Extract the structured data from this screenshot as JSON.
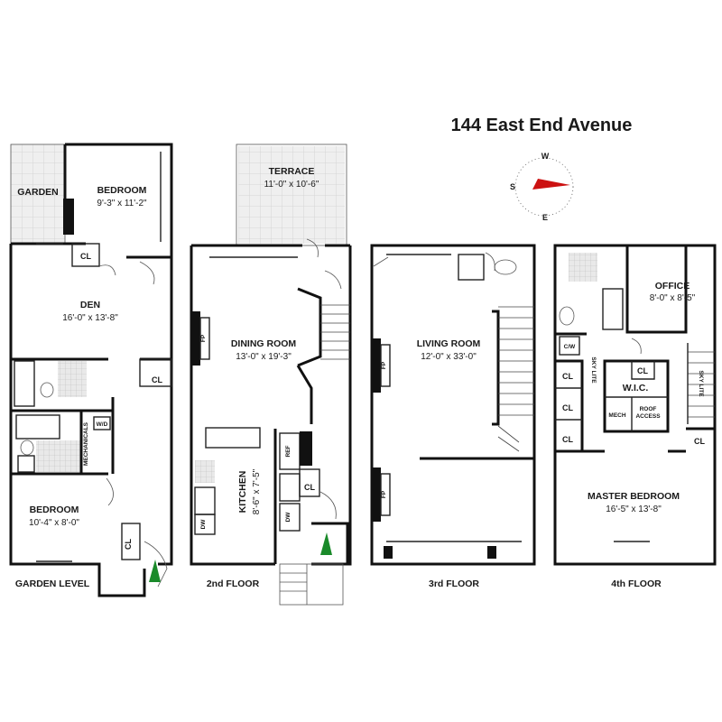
{
  "title": "144 East End Avenue",
  "compass": {
    "w": "W",
    "s": "S",
    "e": "E",
    "color": "#cc1111"
  },
  "floors": {
    "garden": {
      "label": "GARDEN LEVEL",
      "garden": "GARDEN",
      "bedroom1": {
        "name": "BEDROOM",
        "dim": "9'-3\" x 11'-2\""
      },
      "den": {
        "name": "DEN",
        "dim": "16'-0\" x 13'-8\""
      },
      "bedroom2": {
        "name": "BEDROOM",
        "dim": "10'-4\" x 8'-0\""
      },
      "mechanicals": "MECHANICALS",
      "wd": "W/D",
      "cl1": "CL",
      "cl2": "CL",
      "cl3": "CL"
    },
    "second": {
      "label": "2nd FLOOR",
      "terrace": {
        "name": "TERRACE",
        "dim": "11'-0\" x 10'-6\""
      },
      "dining": {
        "name": "DINING ROOM",
        "dim": "13'-0\" x 19'-3\""
      },
      "kitchen": {
        "name": "KITCHEN",
        "dim": "8'-6\" x 7'-5\""
      },
      "fp": "FP",
      "ref": "REF",
      "dw": "DW",
      "dw2": "DW",
      "cl": "CL"
    },
    "third": {
      "label": "3rd FLOOR",
      "living": {
        "name": "LIVING ROOM",
        "dim": "12'-0\" x 33'-0\""
      },
      "fp1": "FP",
      "fp2": "FP"
    },
    "fourth": {
      "label": "4th FLOOR",
      "office": {
        "name": "OFFICE",
        "dim": "8'-0\" x 8'-5\""
      },
      "master": {
        "name": "MASTER BEDROOM",
        "dim": "16'-5\" x 13'-8\""
      },
      "wic": "W.I.C.",
      "mech": "MECH",
      "roof1": "ROOF",
      "roof2": "ACCESS",
      "skylite1": "SKY LITE",
      "skylite2": "SKY LITE",
      "cw": "C/W",
      "cl1": "CL",
      "cl2": "CL",
      "cl3": "CL",
      "cl4": "CL",
      "cl5": "CL"
    }
  }
}
